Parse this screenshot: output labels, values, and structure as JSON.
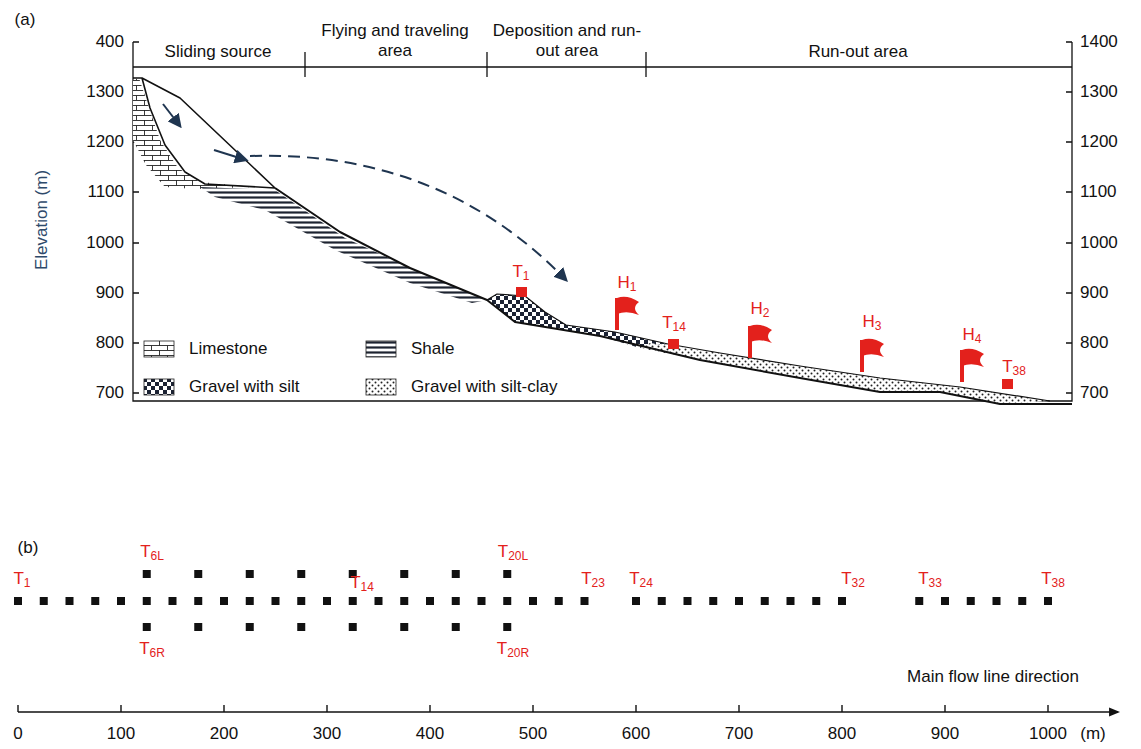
{
  "diagram": {
    "labels": [
      "(a)",
      "Sliding source",
      "Flying and traveling area",
      "Deposition and run-out area",
      "Run-out area",
      "400",
      "1300",
      "1200",
      "1100",
      "1000",
      "900",
      "800",
      "700",
      "Elevation (m)",
      "1400",
      "1300",
      "1200",
      "1100",
      "1000",
      "900",
      "800",
      "700",
      "T1",
      "H1",
      "T14",
      "H2",
      "H3",
      "H4",
      "T38",
      "(b)",
      "T1",
      "T6L",
      "T6R",
      "T14",
      "T20L",
      "T20R",
      "T23",
      "T24",
      "T32",
      "T33",
      "T38",
      "Main flow line direction",
      "0",
      "100",
      "200",
      "300",
      "400",
      "500",
      "600",
      "700",
      "800",
      "900",
      "1000",
      "(m)"
    ],
    "legend": [
      {
        "text": "Limestone"
      },
      {
        "text": "Shale"
      },
      {
        "text": "Gravel with silt"
      },
      {
        "text": "Gravel with silt-clay"
      }
    ]
  }
}
